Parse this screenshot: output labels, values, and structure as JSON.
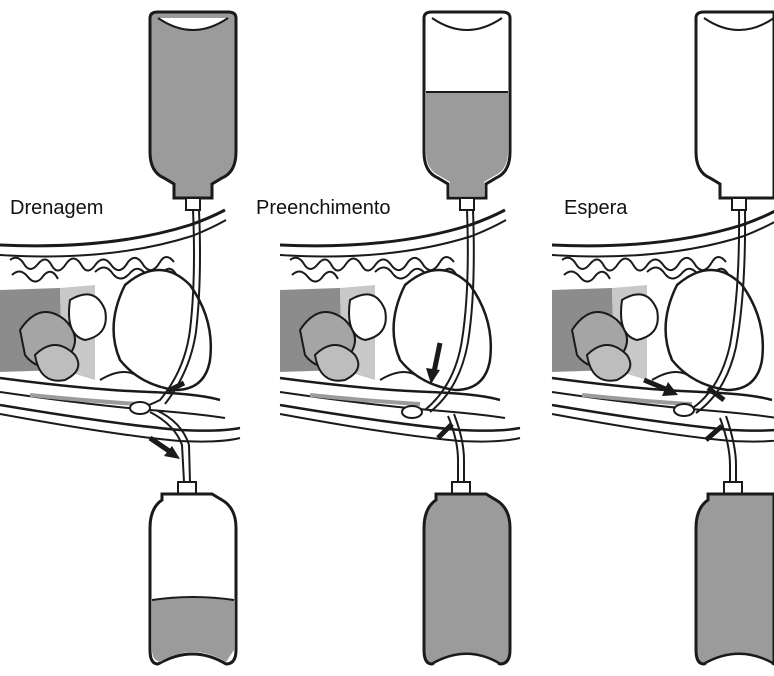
{
  "labels": {
    "stage1": "Drenagem",
    "stage2": "Preenchimento",
    "stage3": "Espera"
  },
  "colors": {
    "fluid": "#9b9b9b",
    "outline": "#1a1a1a",
    "tissue_dark": "#8c8c8c",
    "tissue_mid": "#c8c8c8",
    "background": "#ffffff"
  },
  "panels": [
    {
      "stage": "Drenagem",
      "top_bag_fill": 1.0,
      "bottom_bag_fill": 0.35,
      "flow": "out-to-bottom-bag"
    },
    {
      "stage": "Preenchimento",
      "top_bag_fill": 0.55,
      "bottom_bag_fill": 0.92,
      "flow": "into-abdomen"
    },
    {
      "stage": "Espera",
      "top_bag_fill": 0.0,
      "bottom_bag_fill": 0.92,
      "flow": "dwell"
    }
  ]
}
